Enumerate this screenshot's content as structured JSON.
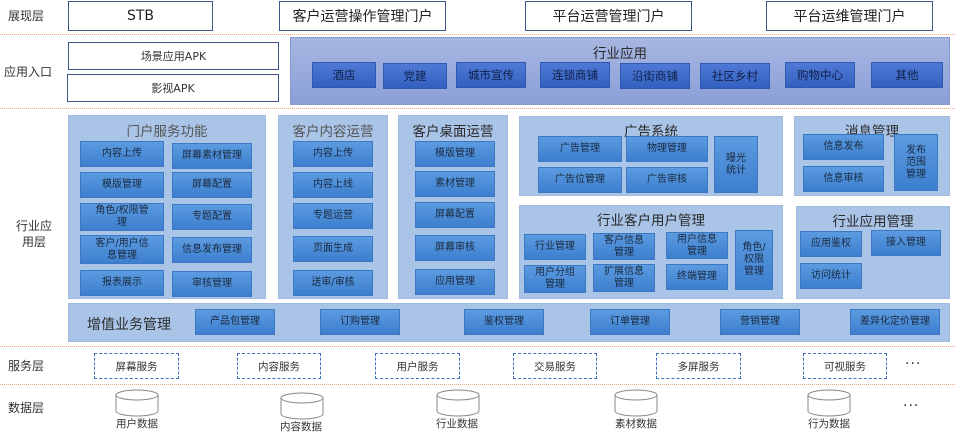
{
  "layers": {
    "presentation": "展现层",
    "app_entry": "应用入口",
    "industry_app": "行业应\n用层",
    "service": "服务层",
    "data": "数据层"
  },
  "presentation": {
    "portals": [
      "STB",
      "客户运营操作管理门户",
      "平台运营管理门户",
      "平台运维管理门户"
    ]
  },
  "app_entry": {
    "apks": [
      "场景应用APK",
      "影视APK"
    ],
    "industry_apps": {
      "title": "行业应用",
      "items": [
        "酒店",
        "党建",
        "城市宣传",
        "连锁商铺",
        "沿街商铺",
        "社区乡村",
        "购物中心",
        "其他"
      ]
    }
  },
  "industry_layer": {
    "portal_service": {
      "title": "门户服务功能",
      "items": [
        "内容上传",
        "屏幕素材管理",
        "模版管理",
        "屏幕配置",
        "角色/权限管理",
        "专题配置",
        "客户/用户信息管理",
        "信息发布管理",
        "报表展示",
        "审核管理"
      ]
    },
    "content_ops": {
      "title": "客户内容运营",
      "items": [
        "内容上传",
        "内容上线",
        "专题运营",
        "页面生成",
        "送审/审核"
      ]
    },
    "desktop_ops": {
      "title": "客户桌面运营",
      "items": [
        "模版管理",
        "素材管理",
        "屏幕配置",
        "屏幕审核",
        "应用管理"
      ]
    },
    "ad_system": {
      "title": "广告系统",
      "items": [
        "广告管理",
        "物理管理",
        "广告位管理",
        "广告审核",
        "曝光统计"
      ]
    },
    "message_mgmt": {
      "title": "消息管理",
      "items": [
        "信息发布",
        "信息审核",
        "发布范围管理"
      ]
    },
    "user_mgmt": {
      "title": "行业客户用户管理",
      "items": [
        "行业管理",
        "客户信息管理",
        "用户信息管理",
        "用户分组管理",
        "扩展信息管理",
        "终端管理",
        "角色/权限管理"
      ]
    },
    "app_mgmt": {
      "title": "行业应用管理",
      "items": [
        "应用鉴权",
        "接入管理",
        "访问统计"
      ]
    },
    "vas": {
      "title": "增值业务管理",
      "items": [
        "产品包管理",
        "订购管理",
        "鉴权管理",
        "订单管理",
        "营销管理",
        "差异化定价管理"
      ]
    }
  },
  "services": {
    "items": [
      "屏幕服务",
      "内容服务",
      "用户服务",
      "交易服务",
      "多屏服务",
      "可视服务"
    ],
    "more": "···"
  },
  "data_layer": {
    "items": [
      "用户数据",
      "内容数据",
      "行业数据",
      "素材数据",
      "行为数据"
    ],
    "more": "···"
  },
  "colors": {
    "separator": "#f0a875",
    "panel_bg": "#a9c4e6",
    "button_blue": "#4a8ad8",
    "industry_bg": "#99aadc",
    "industry_button": "#4068c8",
    "service_dash": "#3e6fc0"
  }
}
